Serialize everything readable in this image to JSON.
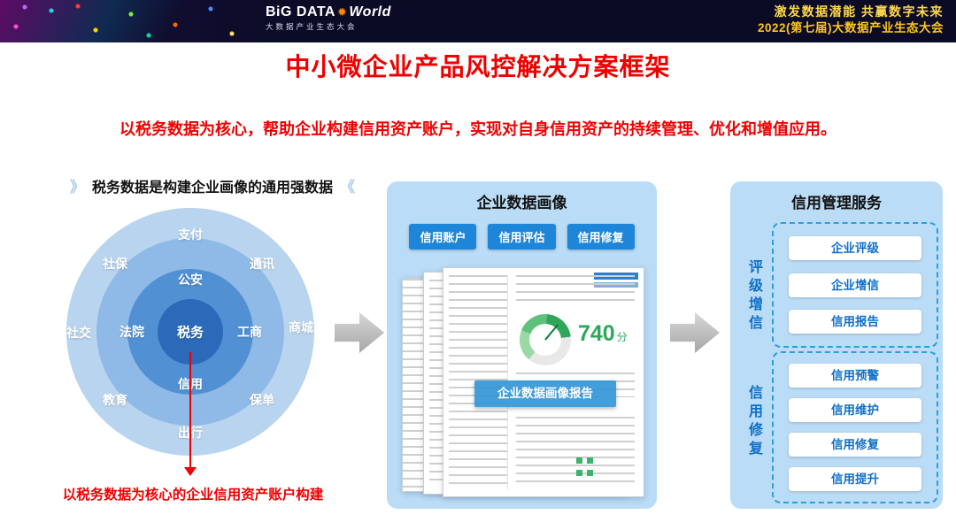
{
  "header": {
    "logo_text": "BiG DATA",
    "logo_star": "✹",
    "logo_world": "World",
    "logo_sub": "大数据产业生态大会",
    "slogan_line1": "激发数据潜能  共赢数字未来",
    "slogan_line2": "2022(第七届)大数据产业生态大会"
  },
  "title": "中小微企业产品风控解决方案框架",
  "subtitle": "以税务数据为核心，帮助企业构建信用资产账户，实现对自身信用资产的持续管理、优化和增值应用。",
  "taxonomy": {
    "header": "税务数据是构建企业画像的通用强数据",
    "deco_left": "》",
    "deco_right": "《",
    "outer": [
      "支付",
      "社保",
      "通讯",
      "社交",
      "商城",
      "教育",
      "保单",
      "出行"
    ],
    "inner": [
      "公安",
      "法院",
      "工商",
      "信用"
    ],
    "center": "税务",
    "caption": "以税务数据为核心的企业信用资产账户构建"
  },
  "portrait": {
    "title": "企业数据画像",
    "buttons": [
      "信用账户",
      "信用评估",
      "信用修复"
    ],
    "score": "740",
    "score_unit": "分",
    "report_label": "企业数据画像报告"
  },
  "services": {
    "title": "信用管理服务",
    "groups": [
      {
        "label": "评级增信",
        "items": [
          "企业评级",
          "企业增信",
          "信用报告"
        ]
      },
      {
        "label": "信用修复",
        "items": [
          "信用预警",
          "信用维护",
          "信用修复",
          "信用提升"
        ]
      }
    ]
  },
  "colors": {
    "accent_red": "#ee0000",
    "panel_blue": "#badcf6",
    "button_blue": "#1e86d8",
    "service_text_blue": "#0f6fc8",
    "score_green": "#2aa85c",
    "topbar_navy": "#0b0b26",
    "slogan_yellow": "#ffd94a"
  }
}
